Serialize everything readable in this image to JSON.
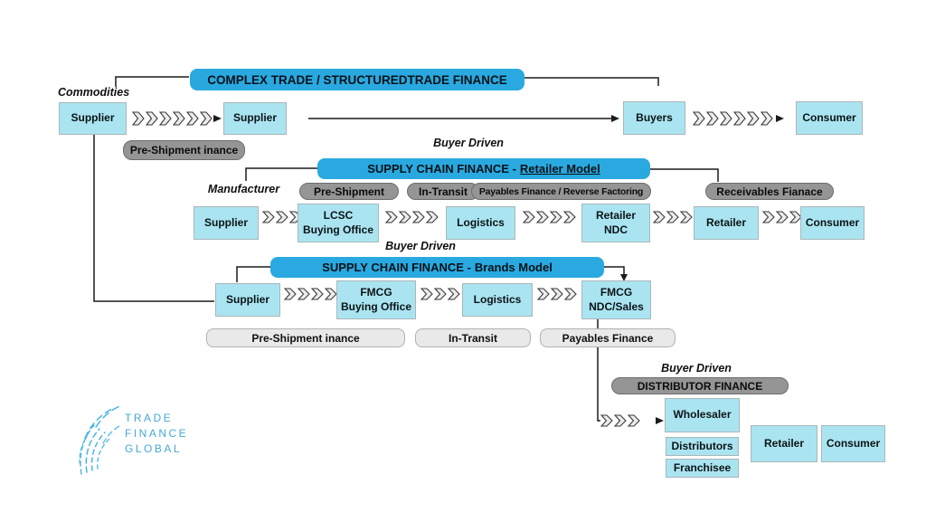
{
  "colors": {
    "header_blue": "#29A9E0",
    "box_cyan": "#ABE4F1",
    "pill_dark": "#959595",
    "pill_light": "#E9E9E9",
    "logo_blue": "#45A9D6"
  },
  "complex_trade": {
    "header": "COMPLEX TRADE / STRUCTUREDTRADE FINANCE",
    "commodities_label": "Commodities",
    "supplier1": "Supplier",
    "supplier2": "Supplier",
    "buyers": "Buyers",
    "consumer": "Consumer",
    "pre_shipment_pill": "Pre-Shipment inance"
  },
  "retailer_model": {
    "buyer_driven_label": "Buyer Driven",
    "header_prefix": "SUPPLY CHAIN FINANCE -",
    "header_model": "Retailer Model",
    "manufacturer_label": "Manufacturer",
    "pill_pre_shipment": "Pre-Shipment",
    "pill_in_transit": "In-Transit",
    "pill_payables": "Payables Finance / Reverse Factoring",
    "pill_receivables": "Receivables Fianace",
    "boxes": [
      "Supplier",
      "LCSC\nBuying Office",
      "Logistics",
      "Retailer\nNDC",
      "Retailer",
      "Consumer"
    ]
  },
  "brands_model": {
    "buyer_driven_label": "Buyer Driven",
    "header_prefix": "SUPPLY CHAIN FINANCE -",
    "header_model": "Brands Model",
    "boxes": [
      "Supplier",
      "FMCG\nBuying Office",
      "Logistics",
      "FMCG\nNDC/Sales"
    ],
    "pill_pre_shipment": "Pre-Shipment inance",
    "pill_in_transit": "In-Transit",
    "pill_payables": "Payables Finance"
  },
  "distributor_finance": {
    "buyer_driven_label": "Buyer Driven",
    "header": "DISTRIBUTOR FINANCE",
    "boxes": [
      "Wholesaler",
      "Distributors",
      "Franchisee",
      "Retailer",
      "Consumer"
    ]
  },
  "logo": {
    "line1": "TRADE",
    "line2": "FINANCE",
    "line3": "GLOBAL"
  }
}
